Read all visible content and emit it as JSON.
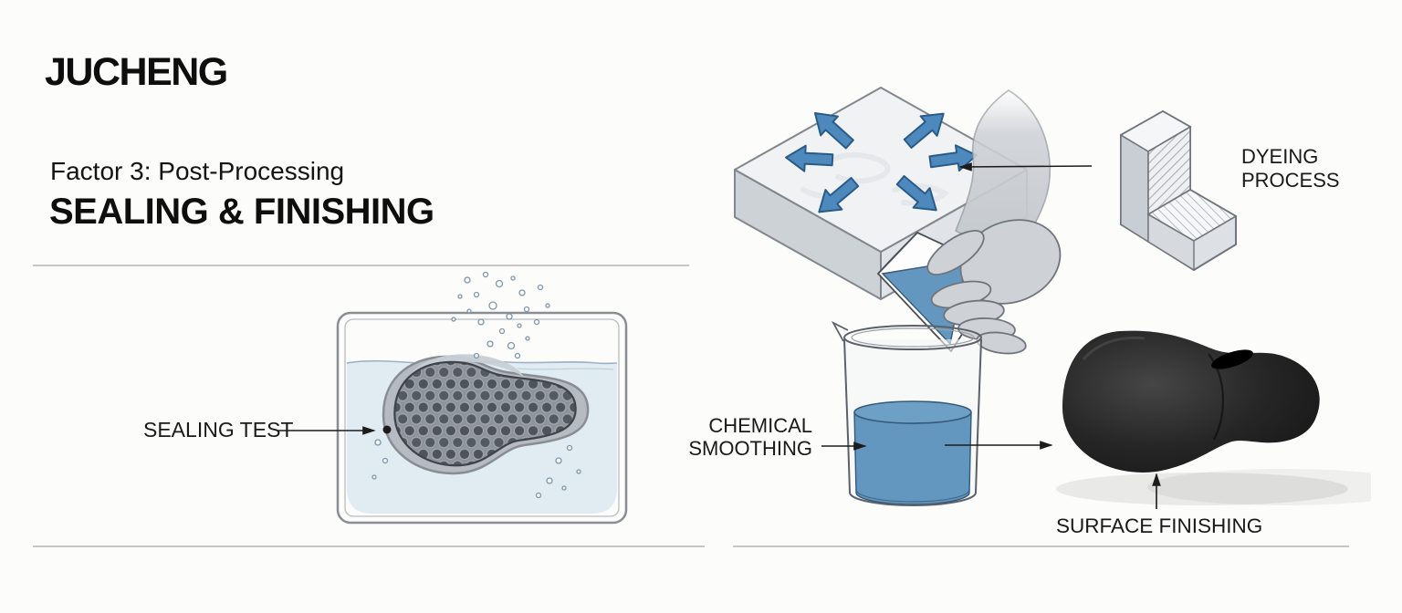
{
  "brand": {
    "logo_text": "JUCHENG"
  },
  "heading": {
    "kicker": "Factor 3: Post-Processing",
    "title": "SEALING & FINISHING"
  },
  "left_panel": {
    "label_sealing_test": "SEALING TEST",
    "illustration": "lattice-part-submerged-in-water-tank"
  },
  "right_panel": {
    "label_chemical_line1": "CHEMICAL",
    "label_chemical_line2": "SMOOTHING",
    "label_dyeing_line1": "DYEING",
    "label_dyeing_line2": "PROCESS",
    "label_surface_finishing": "SURFACE FINISHING",
    "illustrations": {
      "vapor_plate": "plate-with-outward-arrows",
      "pouring_hand": "hand-pouring-cup-of-liquid",
      "beaker": "beaker-with-blue-solution",
      "dyeing_block": "hatched-step-block",
      "finished_part": "black-finished-part"
    }
  },
  "colors": {
    "accent_blue": "#4d89bd",
    "liquid_blue": "#6397bf",
    "water_light": "#dde9f1",
    "ink": "#1c1c1c",
    "divider_gray": "#c6c6c6",
    "steel_gray": "#c9ced4",
    "part_black": "#212121"
  }
}
